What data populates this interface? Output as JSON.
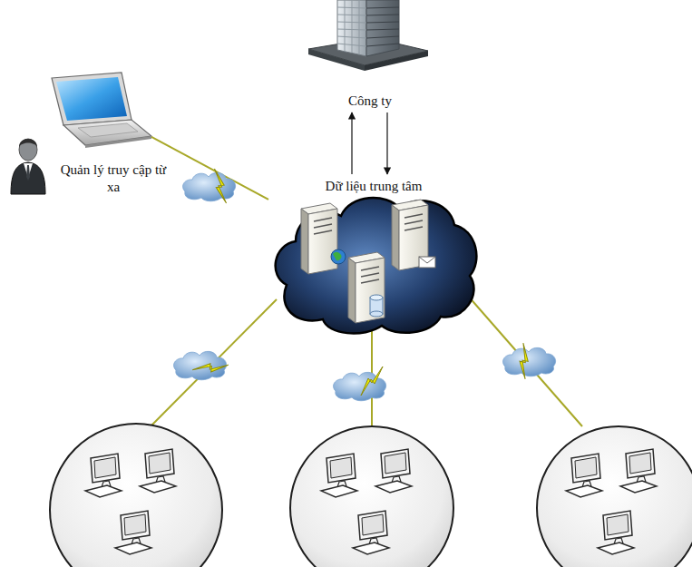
{
  "diagram": {
    "nodes": [
      {
        "text": [
          "Công ty"
        ]
      },
      {
        "text": [
          "Quản lý truy cập từ xa"
        ]
      },
      {
        "text": [
          "Dữ liệu trung tâm"
        ]
      }
    ],
    "edges": [
      {
        "from": 2,
        "to": 0,
        "arrow": "to"
      },
      {
        "from": 0,
        "to": 2,
        "arrow": "to"
      },
      {
        "from": 1,
        "to": 2,
        "arrow": "none"
      }
    ]
  }
}
